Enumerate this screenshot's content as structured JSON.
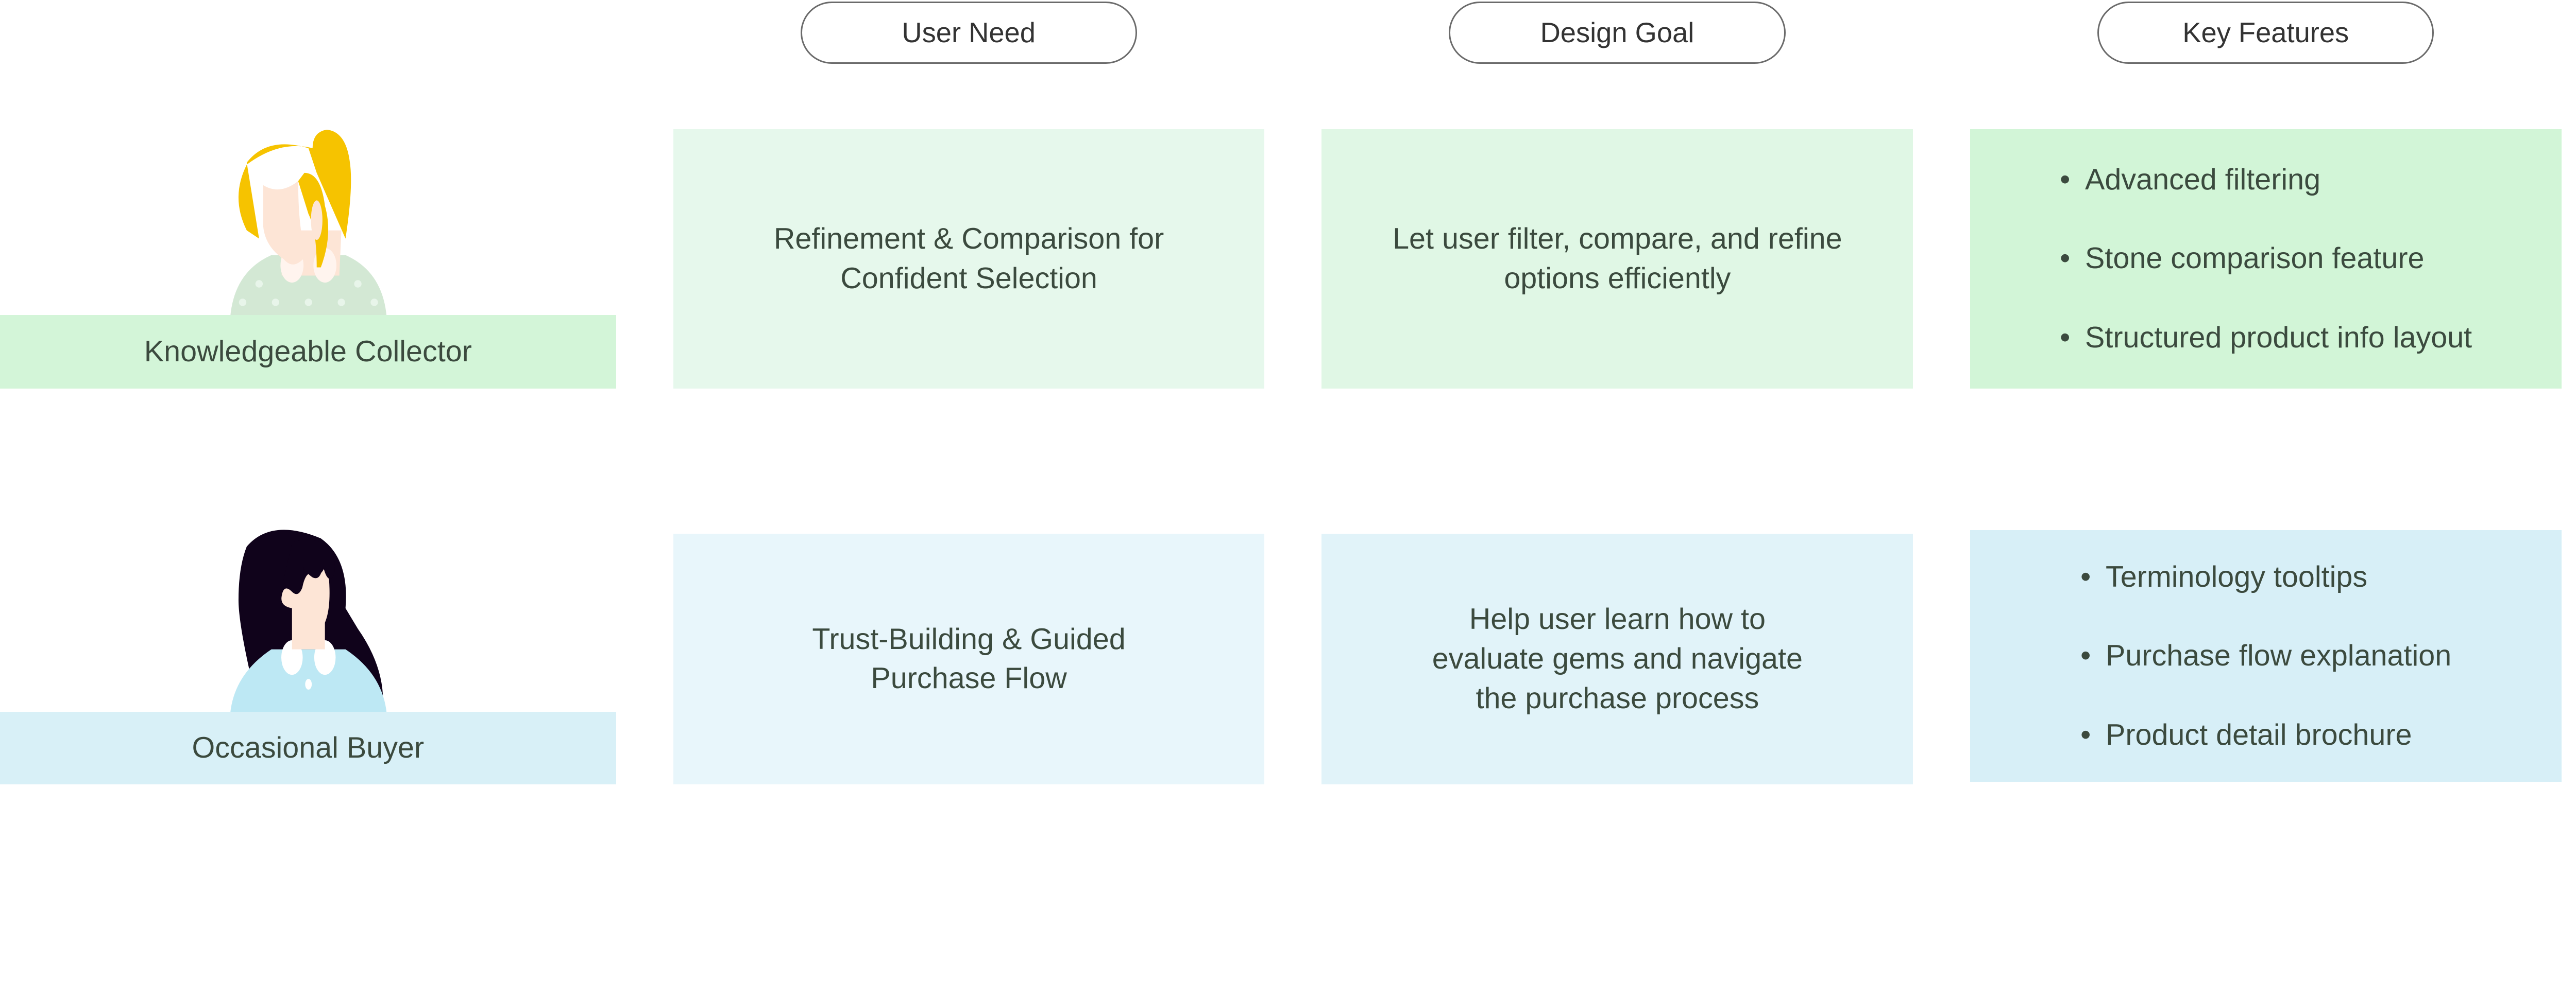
{
  "headers": [
    "User Need",
    "Design Goal",
    "Key Features"
  ],
  "personas": [
    {
      "name": "Knowledgeable Collector",
      "avatar": "blonde-woman-avatar-icon",
      "user_need": "Refinement & Comparison for\nConfident Selection",
      "design_goal": "Let user filter, compare, and refine\noptions efficiently",
      "key_features": [
        "Advanced filtering",
        "Stone comparison feature",
        "Structured product info layout"
      ],
      "colors": {
        "label": "#d3f5d8",
        "need": "#e6f8ec",
        "goal": "#e0f7e5",
        "features": "#d2f5d7"
      }
    },
    {
      "name": "Occasional Buyer",
      "avatar": "dark-haired-woman-avatar-icon",
      "user_need": "Trust-Building & Guided\nPurchase Flow",
      "design_goal": "Help user learn how to\nevaluate gems and navigate\nthe purchase process",
      "key_features": [
        "Terminology tooltips",
        "Purchase flow explanation",
        "Product detail brochure"
      ],
      "colors": {
        "label": "#d8f0f7",
        "need": "#e8f6fb",
        "goal": "#e1f3f9",
        "features": "#d7eff7"
      }
    }
  ]
}
